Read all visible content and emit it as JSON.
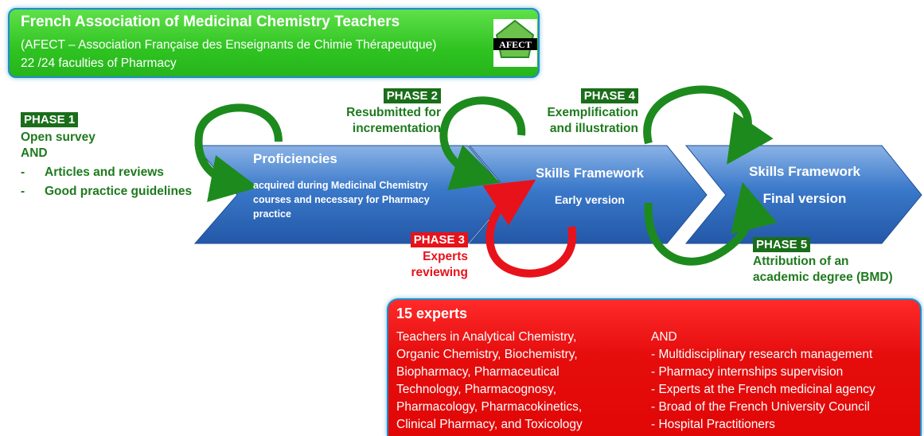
{
  "afect": {
    "title": "French Association of Medicinal Chemistry Teachers",
    "line2": "(AFECT – Association Française des Enseignants de Chimie Thérapeutque)",
    "line3": "22 /24 faculties of Pharmacy",
    "logo_text": "AFECT"
  },
  "phase1": {
    "tag": "PHASE 1",
    "line1": "Open survey",
    "line2": "AND",
    "bullets": [
      "Articles and reviews",
      "Good practice guidelines"
    ]
  },
  "phase2": {
    "tag": "PHASE 2",
    "line1": "Resubmitted for",
    "line2": "incrementation"
  },
  "phase3": {
    "tag": "PHASE 3",
    "line1": "Experts",
    "line2": "reviewing"
  },
  "phase4": {
    "tag": "PHASE 4",
    "line1": "Exemplification",
    "line2": "and illustration"
  },
  "phase5": {
    "tag": "PHASE 5",
    "line1": "Attribution of an",
    "line2": "academic degree (BMD)"
  },
  "arrows": {
    "proficiencies_title": "Proficiencies",
    "proficiencies_desc": [
      "acquired during Medicinal Chemistry",
      "courses and necessary for Pharmacy",
      "practice"
    ],
    "early_title": "Skills Framework",
    "early_sub": "Early version",
    "final_title": "Skills Framework",
    "final_sub": "Final version"
  },
  "experts": {
    "title": "15 experts",
    "left_lines": [
      "Teachers in Analytical Chemistry,",
      "Organic Chemistry, Biochemistry,",
      "Biopharmacy, Pharmaceutical",
      "Technology, Pharmacognosy,",
      "Pharmacology, Pharmacokinetics,",
      "Clinical Pharmacy, and Toxicology"
    ],
    "right_lines": [
      "AND",
      "- Multidisciplinary research management",
      "- Pharmacy internships supervision",
      "- Experts at the French medicinal agency",
      "- Broad of the French University Council",
      "- Hospital Practitioners"
    ]
  },
  "colors": {
    "green_box": "#2fc321",
    "arrow_blue": "#2f6fc0",
    "loop_green": "#1d8a1d",
    "loop_red": "#e8121a",
    "phase_green_text": "#1e7a1e"
  }
}
